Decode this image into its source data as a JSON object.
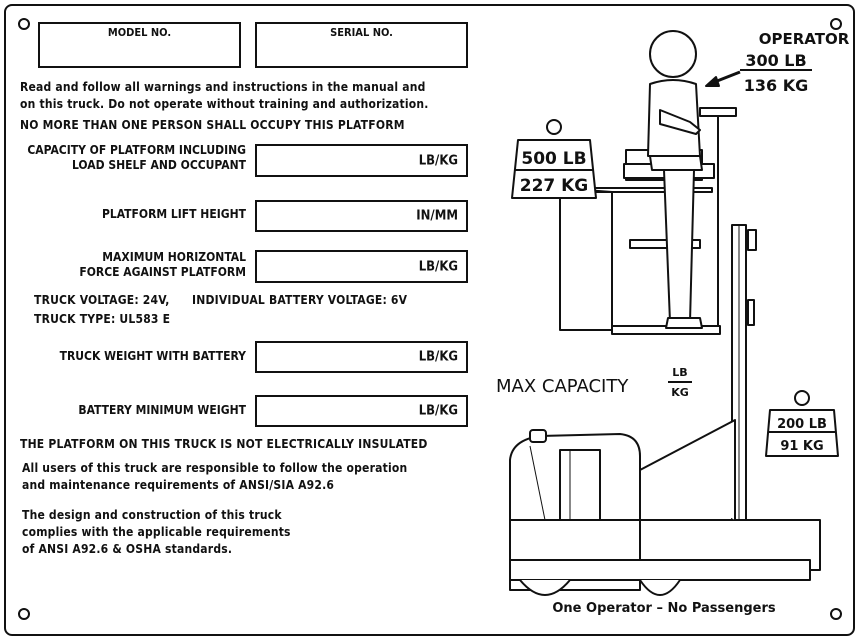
{
  "plate": {
    "model_no_label": "MODEL NO.",
    "serial_no_label": "SERIAL NO.",
    "warning_line1": "Read and follow all warnings and instructions in the manual and",
    "warning_line2": "on this truck. Do not operate without training and authorization.",
    "occupancy_warning": "NO MORE THAN ONE PERSON SHALL OCCUPY THIS PLATFORM",
    "fields": [
      {
        "label_line1": "CAPACITY OF PLATFORM INCLUDING",
        "label_line2": "LOAD SHELF AND OCCUPANT",
        "unit": "LB/KG"
      },
      {
        "label_line1": "PLATFORM LIFT HEIGHT",
        "label_line2": "",
        "unit": "IN/MM"
      },
      {
        "label_line1": "MAXIMUM HORIZONTAL",
        "label_line2": "FORCE AGAINST PLATFORM",
        "unit": "LB/KG"
      },
      {
        "label_line1": "TRUCK WEIGHT WITH BATTERY",
        "label_line2": "",
        "unit": "LB/KG"
      },
      {
        "label_line1": "BATTERY MINIMUM WEIGHT",
        "label_line2": "",
        "unit": "LB/KG"
      }
    ],
    "truck_voltage": "TRUCK VOLTAGE: 24V,",
    "battery_voltage": "INDIVIDUAL BATTERY VOLTAGE: 6V",
    "truck_type": "TRUCK TYPE: UL583 E",
    "insulation_warning": "THE PLATFORM ON THIS TRUCK IS NOT ELECTRICALLY INSULATED",
    "responsibility_line1": "All users of this truck are responsible to follow the operation",
    "responsibility_line2": "and maintenance requirements of ANSI/SIA A92.6",
    "compliance_line1": "The design and construction of this truck",
    "compliance_line2": "complies with the applicable requirements",
    "compliance_line3": "of ANSI A92.6 & OSHA standards."
  },
  "diagram": {
    "operator_label": "OPERATOR",
    "operator_lb": "300 LB",
    "operator_kg": "136 KG",
    "shelf_lb": "500 LB",
    "shelf_kg": "227 KG",
    "base_lb": "200 LB",
    "base_kg": "91 KG",
    "max_capacity": "MAX CAPACITY",
    "max_unit_top": "LB",
    "max_unit_bottom": "KG",
    "footer": "One Operator – No Passengers"
  }
}
